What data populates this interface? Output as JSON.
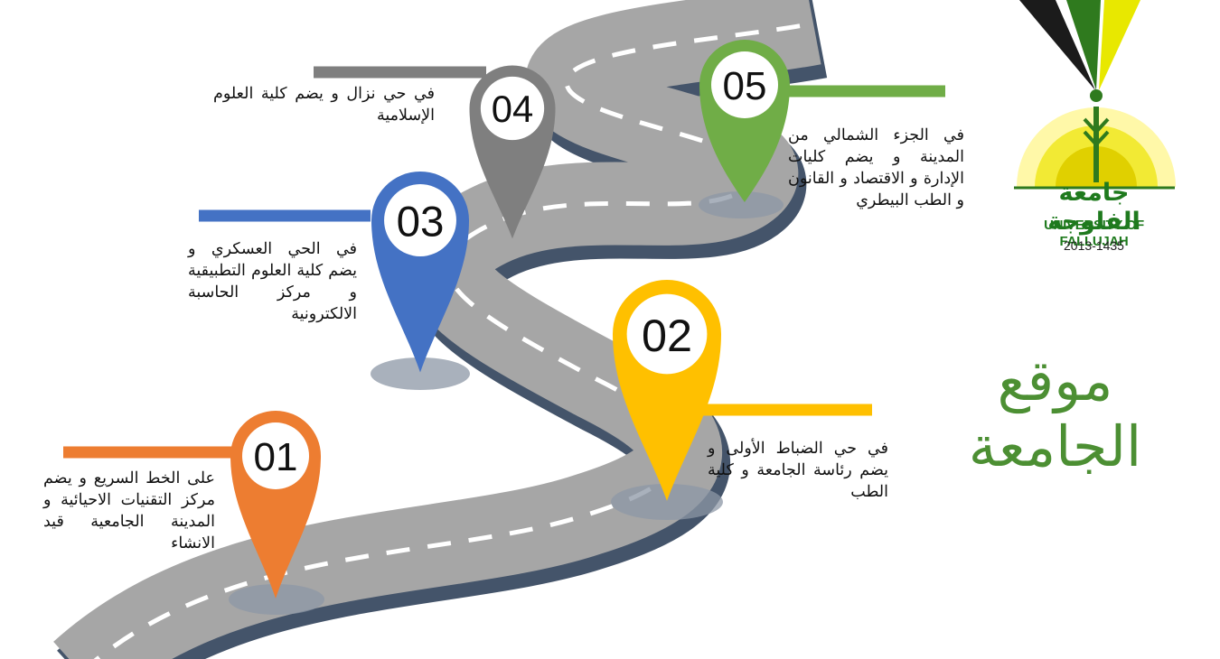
{
  "title": "موقع الجامعة",
  "logo": {
    "arabic_name": "جامعة الفلوجة",
    "english_name": "UNIVERSITY OF FALLUJAH",
    "years": "2013-1435"
  },
  "markers": [
    {
      "number": "01",
      "color": "#ed7d31",
      "text": "على الخط السريع و يضم مركز التقنيات الاحيائية و المدينة الجامعية قيد الانشاء"
    },
    {
      "number": "02",
      "color": "#ffc000",
      "text": "في حي الضباط الأولى و يضم رئاسة الجامعة و كلية الطب"
    },
    {
      "number": "03",
      "color": "#4472c4",
      "text": "في الحي العسكري و يضم كلية العلوم التطبيقية و مركز الحاسبة الالكترونية"
    },
    {
      "number": "04",
      "color": "#7f7f7f",
      "text": "في حي نزال و يضم كلية العلوم الإسلامية"
    },
    {
      "number": "05",
      "color": "#70ad47",
      "text": "في الجزء الشمالي من المدينة و يضم كليات الإدارة و الاقتصاد و القانون و الطب البيطري"
    }
  ]
}
